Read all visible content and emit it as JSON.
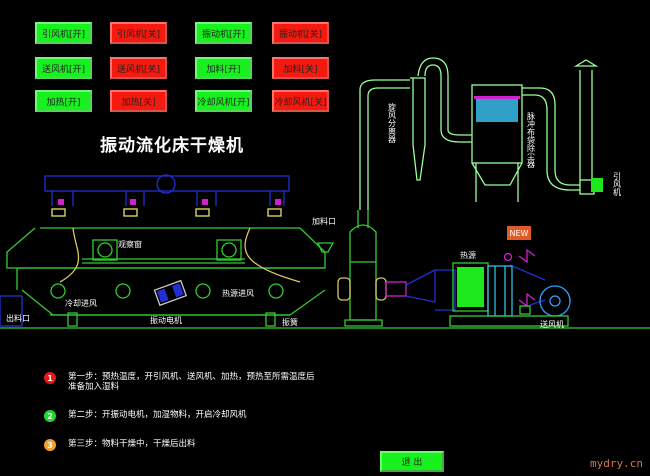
{
  "controls": [
    {
      "label": "引风机[开]",
      "state": "on"
    },
    {
      "label": "引风机[关]",
      "state": "off"
    },
    {
      "label": "振动机[开]",
      "state": "on"
    },
    {
      "label": "振动机[关]",
      "state": "off"
    },
    {
      "label": "送风机[开]",
      "state": "on"
    },
    {
      "label": "送风机[关]",
      "state": "off"
    },
    {
      "label": "加料[开]",
      "state": "on"
    },
    {
      "label": "加料[关]",
      "state": "off"
    },
    {
      "label": "加热[开]",
      "state": "on"
    },
    {
      "label": "加热[关]",
      "state": "off"
    },
    {
      "label": "冷却风机[开]",
      "state": "on"
    },
    {
      "label": "冷却风机[关]",
      "state": "off"
    }
  ],
  "title": "振动流化床干燥机",
  "diagram": {
    "observation_window": "观察窗",
    "cooling_inlet": "冷却进风",
    "hot_air_inlet": "热源进风",
    "vibration_motor": "振动电机",
    "spring": "振簧",
    "outlet": "出料口",
    "feed_inlet": "加料口",
    "cyclone": "旋风分离器",
    "bag_filter": "脉冲布袋除尘器",
    "induced_fan": "引风机",
    "heat_source": "热源",
    "blower": "送风机",
    "new_badge": "NEW"
  },
  "steps": [
    {
      "num": "1",
      "color": "#e8181a",
      "text": "第一步：预热温度，开引风机、送风机、加热，预热至所需温度后准备加入湿料"
    },
    {
      "num": "2",
      "color": "#22d82a",
      "text": "第二步：开振动电机，加湿物料，开启冷却风机"
    },
    {
      "num": "3",
      "color": "#f0a030",
      "text": "第三步：物料干燥中，干燥后出料"
    }
  ],
  "exit_label": "退 出",
  "watermark": "mydry.cn"
}
